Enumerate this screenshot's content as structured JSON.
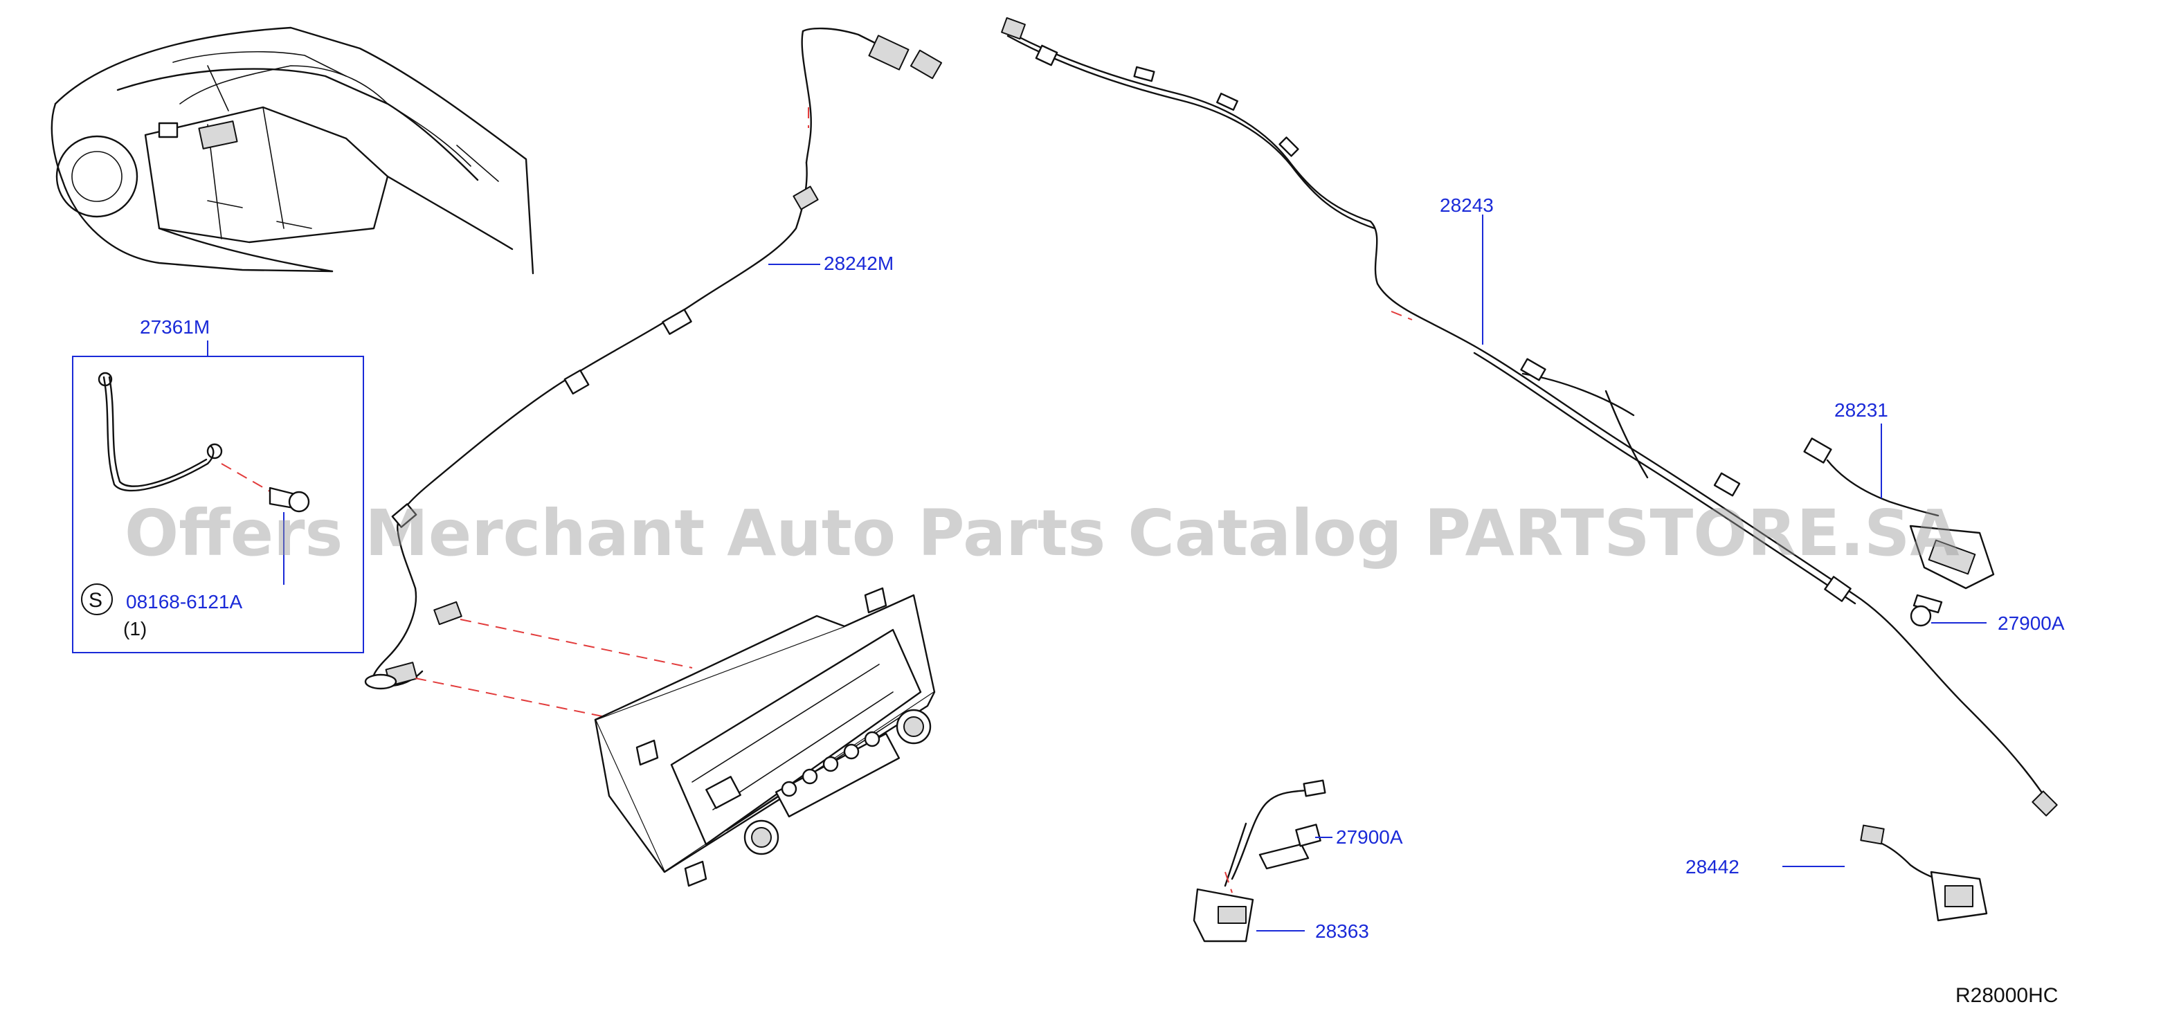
{
  "diagram": {
    "parts": [
      {
        "id": "27361M",
        "label": "27361M"
      },
      {
        "id": "08168-6121A",
        "label": "08168-6121A",
        "qty": "(1)",
        "marker": "S"
      },
      {
        "id": "28242M",
        "label": "28242M"
      },
      {
        "id": "28243",
        "label": "28243"
      },
      {
        "id": "28231",
        "label": "28231"
      },
      {
        "id": "27900A-right",
        "label": "27900A"
      },
      {
        "id": "27900A-bottom",
        "label": "27900A"
      },
      {
        "id": "28363",
        "label": "28363"
      },
      {
        "id": "28442",
        "label": "28442"
      }
    ],
    "reference_code": "R28000HC",
    "watermark": "Offers Merchant Auto Parts Catalog PARTSTORE.SA"
  },
  "colors": {
    "label_blue": "#1a2ad8",
    "dashed_red": "#e23b3b",
    "line_black": "#111111",
    "watermark_gray": "#9a9a9a"
  }
}
